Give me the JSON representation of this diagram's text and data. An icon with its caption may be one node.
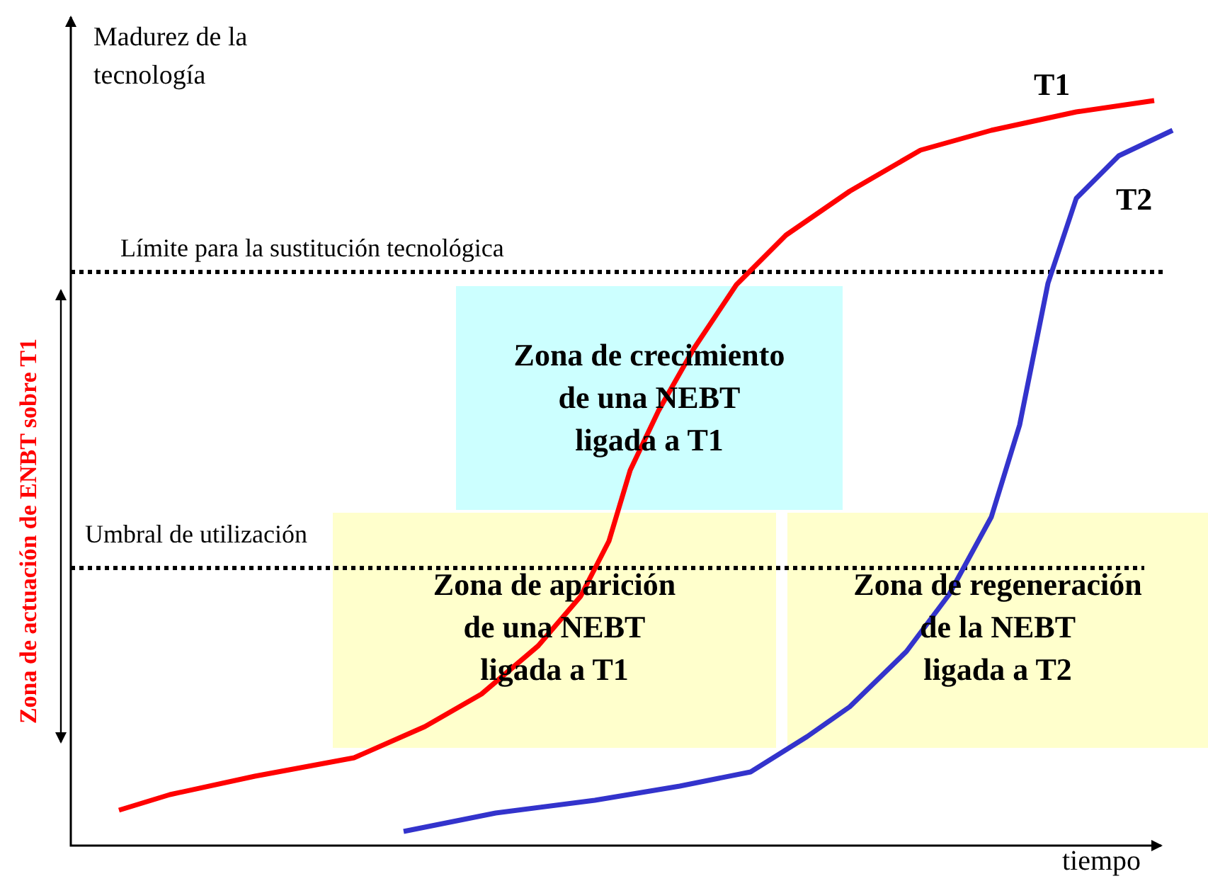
{
  "diagram": {
    "nodes": [
      {
        "text": [
          "Zona de crecimiento de una NEBT ligada a T1"
        ]
      },
      {
        "text": [
          "Zona de aparición de una NEBT ligada a T1"
        ]
      },
      {
        "text": [
          "Zona de regeneración de la NEBT ligada a T2"
        ]
      }
    ],
    "labels": [
      "Madurez de la tecnología",
      "T1",
      "T2",
      "Límite para la sustitución tecnológica",
      "Zona de actuación de ENBT sobre T1",
      "Umbral de utilización",
      "tiempo"
    ]
  }
}
